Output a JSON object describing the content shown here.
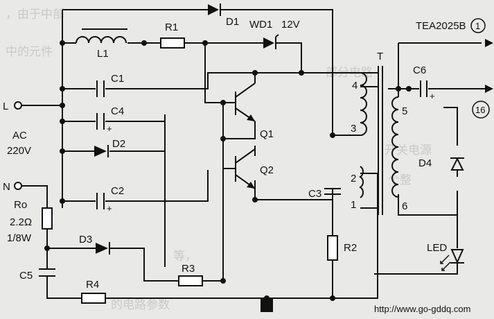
{
  "components": {
    "L1": "L1",
    "R1": "R1",
    "D1": "D1",
    "WD1": "WD1",
    "WD1_value": "12V",
    "C1": "C1",
    "C4": "C4",
    "D2": "D2",
    "C2": "C2",
    "Q1": "Q1",
    "Q2": "Q2",
    "Ro": "Ro",
    "Ro_value": "2.2Ω",
    "Ro_power": "1/8W",
    "D3": "D3",
    "R3": "R3",
    "C5": "C5",
    "R4": "R4",
    "C3": "C3",
    "R2": "R2",
    "T": "T",
    "C6": "C6",
    "D4": "D4",
    "LED": "LED"
  },
  "terminals": {
    "L": "L",
    "N": "N",
    "AC": "AC",
    "AC_voltage": "220V"
  },
  "transformer_pins": [
    "1",
    "2",
    "3",
    "4",
    "5",
    "6"
  ],
  "outputs": {
    "ic": "TEA2025B",
    "pin1": "1",
    "pin16": "16"
  },
  "watermark": "http://www.go-gddq.com"
}
